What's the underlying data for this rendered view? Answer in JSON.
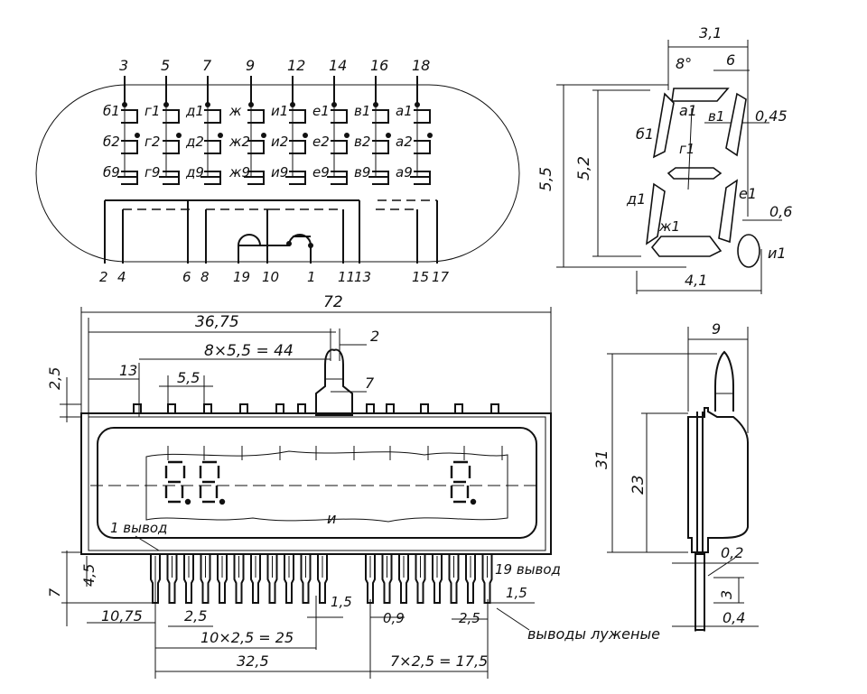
{
  "schematic": {
    "top_pins": [
      "3",
      "5",
      "7",
      "9",
      "12",
      "14",
      "16",
      "18"
    ],
    "bottom_pins": [
      "2",
      "4",
      "6",
      "8",
      "19",
      "10",
      "1",
      "11",
      "13",
      "15",
      "17"
    ],
    "row1": [
      "б1",
      "г1",
      "д1",
      "ж",
      "и1",
      "е1",
      "в1",
      "а1"
    ],
    "row2": [
      "б2",
      "г2",
      "д2",
      "ж2",
      "и2",
      "е2",
      "в2",
      "а2"
    ],
    "row3": [
      "б9",
      "г9",
      "д9",
      "ж9",
      "и9",
      "е9",
      "в9",
      "а9"
    ]
  },
  "digit_detail": {
    "dims": {
      "width_top": "3,1",
      "angle": "8°",
      "seg_small": "6",
      "height_outer": "5,5",
      "height_inner": "5,2",
      "seg_width": "0,45",
      "dot_gap": "0,6",
      "width_bottom": "4,1"
    },
    "labels": [
      "а1",
      "б1",
      "в1",
      "г1",
      "д1",
      "е1",
      "ж1",
      "и1"
    ]
  },
  "front_view": {
    "dims": {
      "overall": "72",
      "half": "36,75",
      "pitch": "8×5,5 = 44",
      "tip": "2",
      "pin_spacing": "5,5",
      "offset_13": "13",
      "offset_7": "7",
      "top_pin_height": "2,5",
      "bottom_lead": "7",
      "lead_short": "4,5",
      "left_offset": "10,75",
      "lead_pitch": "2,5",
      "left_group": "10×2,5 = 25",
      "left_total": "32,5",
      "lead_w": "1,5",
      "lead_thick": "0,9",
      "lead_pitch_r": "2,5",
      "right_lead_w": "1,5",
      "right_group": "7×2,5 = 17,5"
    },
    "labels": {
      "pin1": "1 вывод",
      "pin19": "19 вывод",
      "tinned": "выводы луженые",
      "window_mark": "и"
    }
  },
  "side_view": {
    "dims": {
      "width": "9",
      "height": "31",
      "inner": "23",
      "gap": "0,2",
      "lead": "3",
      "thick": "0,4"
    }
  }
}
